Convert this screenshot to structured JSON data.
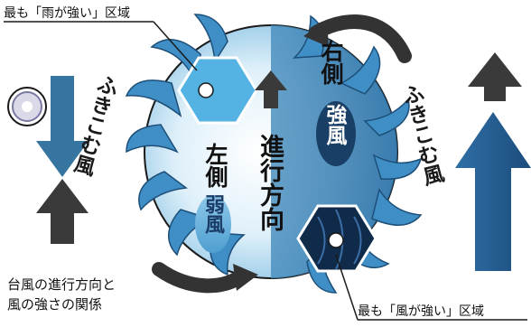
{
  "callouts": {
    "rain": "最も「雨が強い」区域",
    "wind": "最も「風が強い」区域"
  },
  "caption": {
    "line1": "台風の進行方向と",
    "line2": "風の強さの関係"
  },
  "labels": {
    "right_side": "右側",
    "strong_wind": "強風",
    "left_side": "左側",
    "weak_wind": "弱風",
    "direction": "進行方向",
    "inflow_left": "ふきこむ風",
    "inflow_right": "ふきこむ風"
  },
  "colors": {
    "light_blue": "#4fa6d6",
    "pale_blue": "#bfe0f0",
    "dark_blue": "#1f4e79",
    "navy": "#102a4a",
    "dark_arrow": "#3a3a3a"
  }
}
